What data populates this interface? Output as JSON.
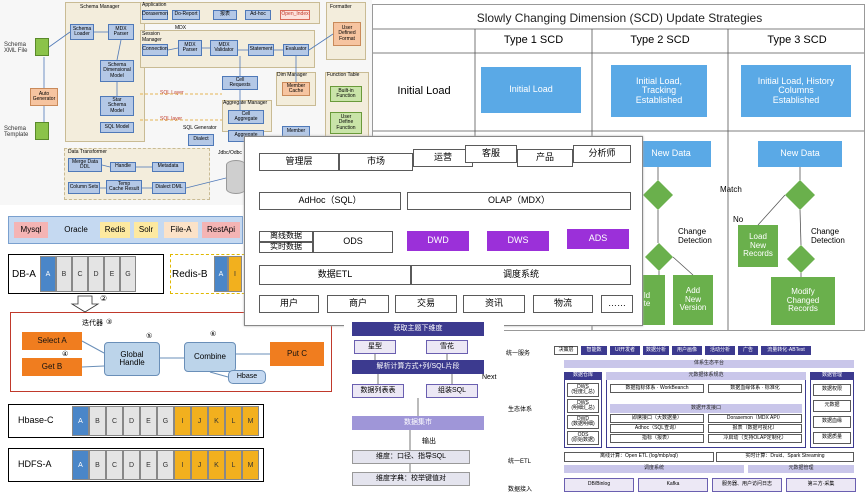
{
  "schema": {
    "xml_label": "Schema\nXML File",
    "template_label": "Schema\nTemplate",
    "auto_generator": "Auto\nGenerator",
    "schema_manager": "Schema Manager",
    "schema_loader": "Schema\nLoader",
    "mdx_parser": "MDX\nParser",
    "schema_dim_model": "Schema\nDimensional\nModel",
    "star_schema_model": "Star\nSchema\nModel",
    "sql_model": "SQL Model",
    "application": "Application",
    "dorasemon": "Dorasemon",
    "do_report": "Do-Report",
    "app_other": "报表",
    "adhoc": "Ad-hoc",
    "open_index": "Open_Index",
    "mdx_tag": "MDX",
    "session_manager": "Session\nManager",
    "connection": "Connection",
    "mdx_parser2": "MDX\nParser",
    "mdx_validator": "MDX\nValidator",
    "statement": "Statement",
    "evaluator": "Evaluator",
    "formatter": "Formatter",
    "user_defined_format": "User\nDefined\nFormat",
    "cell_requests": "Cell\nRequests",
    "dim_manager": "Dim Manager",
    "member_cache": "Member\nCache",
    "function_table": "Function Table",
    "builtin_function": "Built-in\nFunction",
    "user_define_function": "User\nDefine\nFunction",
    "aggregate_manager": "Aggregate Manager",
    "cell_aggregate": "Cell\nAggregate",
    "sql_generator": "SQL Generator",
    "dialect": "Dialect",
    "aggregate": "Aggregate",
    "member": "Member",
    "jdbc_odbc": "Jdbc/Odbc",
    "sql_layer1": "SQL Layer",
    "sql_layer2": "SQL layer",
    "data_transformer": "Data Transformer",
    "merge_data": "Merge Data\nDDL",
    "handle": "Handle",
    "metadata": "Metadata",
    "column_sets": "Column Sets",
    "temp_cache": "Temp\nCache Result",
    "dialect_dml": "Dialect DML"
  },
  "scd": {
    "title": "Slowly Changing Dimension (SCD) Update Strategies",
    "headers": [
      "Type 1 SCD",
      "Type 2 SCD",
      "Type 3 SCD"
    ],
    "row_initial": "Initial Load",
    "t1_initial": "Initial Load",
    "t2_initial": "Initial Load,\nTracking\nEstablished",
    "t3_initial": "Initial Load, History\nColumns\nEstablished",
    "new_data_2": "New Data",
    "new_data_3": "New Data",
    "match": "Match",
    "no": "No",
    "change_detection_2": "Change\nDetection",
    "change_detection_3": "Change\nDetection",
    "load_new_records": "Load\nNew\nRecords",
    "t2_add_new_version": "Add\nNew\nVersion",
    "t2_partial_left": "ld\nte",
    "t3_modify": "Modify\nChanged\nRecords"
  },
  "arch": {
    "mgmt": "管理层",
    "market": "市场",
    "ops": "运营",
    "service": "客服",
    "product": "产品",
    "analyst": "分析师",
    "adhoc": "AdHoc（SQL）",
    "olap": "OLAP（MDX）",
    "offline": "离线数据",
    "realtime": "实时数据",
    "ods": "ODS",
    "dwd": "DWD",
    "dws": "DWS",
    "ads": "ADS",
    "etl": "数据ETL",
    "scheduler": "调度系统",
    "sources": [
      "用户",
      "商户",
      "交易",
      "资讯",
      "物流",
      "……"
    ]
  },
  "pipeline": {
    "sources": [
      "Mysql",
      "Oracle",
      "Redis",
      "Solr",
      "File-A",
      "RestApi"
    ],
    "dba": "DB-A",
    "dba_cells": [
      "A",
      "B",
      "C",
      "D",
      "E",
      "G"
    ],
    "redisb": "Redis-B",
    "redisb_cells": [
      "A",
      "I"
    ],
    "step2": "②",
    "iterator": "迭代器",
    "step3": "③",
    "select_a": "Select A",
    "step4": "④",
    "get_b": "Get B",
    "step5": "⑤",
    "global_handle": "Global\nHandle",
    "step6": "⑥",
    "combine": "Combine",
    "put_c": "Put C",
    "hbase": "Hbase",
    "hbasec": "Hbase-C",
    "hdfsa": "HDFS-A",
    "wide_cells": [
      "A",
      "B",
      "C",
      "D",
      "E",
      "G",
      "I",
      "J",
      "K",
      "L",
      "M"
    ]
  },
  "flow": {
    "title": "获取主题下维度",
    "star": "星型",
    "snowflake": "雪花",
    "parse": "解析计算方式+列/SQL片段",
    "data_table": "数据列表表",
    "assemble_sql": "组装SQL",
    "data_mart": "数据集市",
    "output": "输出",
    "dim": "维度：口径、指导SQL",
    "dict": "维度字典：校举键值对",
    "next": "Next"
  },
  "bdp": {
    "unified_service": "统一服务",
    "ecosystem": "生态体系",
    "unified_etl": "统一ETL",
    "ingest": "数据接入",
    "svc_items": [
      "决策层",
      "智能数",
      "UI开发者",
      "数据分析",
      "用户画像",
      "活动分析",
      "广告",
      "流量转化·ABTest"
    ],
    "platform": "体系生态平台",
    "warehouse": "数据仓库",
    "dws": "DWS\n(轻度汇总)",
    "dws2": "DWS\n(明细汇总)",
    "dwd": "DWD\n(数据明细)",
    "ods": "ODS\n(原始数据)",
    "mid_title": "元数据体系规范",
    "mid_rows": [
      "数据指标体系 · WorkBeanch",
      "数据血缘体系 · 标准化",
      "数据开发接口",
      "即席接口（大数据量）",
      "Dorasemon（MDX API）",
      "Adhoc（SQL查询）",
      "报表（数据可视化）",
      "指标（报表）",
      "冷启动（支持OLAP定制化）"
    ],
    "right_title": "数据管理",
    "right_items": [
      "数据权限",
      "元数据",
      "数据血缘",
      "数据质量"
    ],
    "etl_text": "离线计算：Open ETL (log/mbp/sql)",
    "rt_text": "实时计算：Druid、Spark Streaming",
    "sched": "调度系统",
    "meta": "元数据管理",
    "ingest_items": [
      "DB/Binlog",
      "Kafka",
      "服务器、用户访问日志",
      "第三方·采集"
    ]
  }
}
